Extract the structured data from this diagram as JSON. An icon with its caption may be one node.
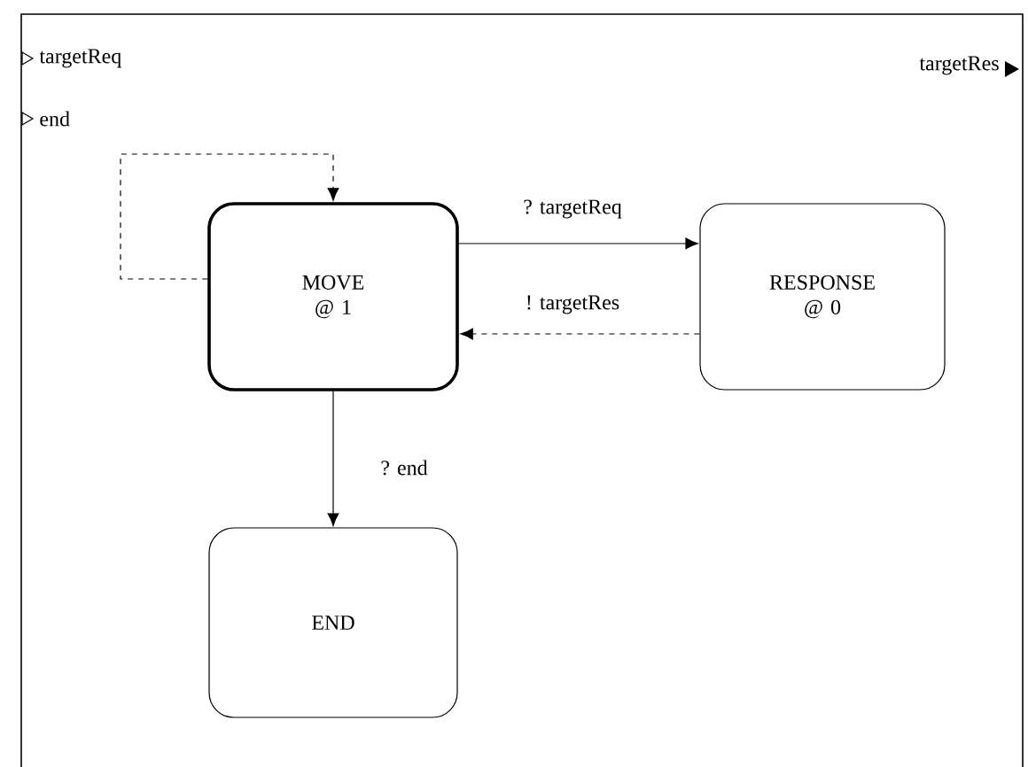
{
  "diagram": {
    "nodes": [
      {
        "text": [
          "MOVE @ 1"
        ]
      },
      {
        "text": [
          "RESPONSE @ 0"
        ]
      },
      {
        "text": [
          "END"
        ]
      }
    ],
    "edges": [
      {
        "from": 0,
        "to": 1,
        "arrow": "to",
        "label": "? targetReq"
      },
      {
        "from": 1,
        "to": 0,
        "arrow": "to",
        "label": "! targetRes",
        "style": "dashed"
      },
      {
        "from": 0,
        "to": 0,
        "arrow": "to",
        "style": "dashed"
      },
      {
        "from": 0,
        "to": 2,
        "arrow": "to",
        "label": "? end"
      }
    ],
    "labels": [
      "targetReq",
      "end",
      "targetRes"
    ]
  }
}
